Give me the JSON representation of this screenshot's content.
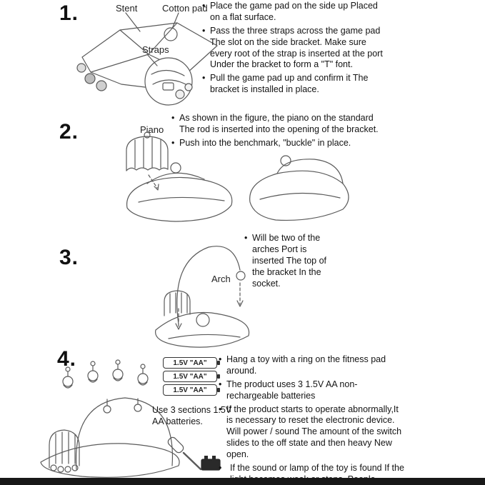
{
  "page": {
    "background": "#ffffff",
    "bottom_bar_color": "#181818",
    "line_art_color": "#5a5a5a"
  },
  "steps": [
    {
      "number": "1.",
      "labels": [
        {
          "name": "stent",
          "text": "Stent"
        },
        {
          "name": "cotton-pad",
          "text": "Cotton pad"
        },
        {
          "name": "straps",
          "text": "Straps"
        }
      ],
      "bullets": [
        "Place the game pad on the side up Placed on a flat surface.",
        "Pass the three straps across the game pad The slot on the side bracket. Make sure every root of the strap is inserted at the port Under the bracket to form a \"T\" font.",
        "Pull the game pad up and confirm it The bracket is installed in place."
      ]
    },
    {
      "number": "2.",
      "labels": [
        {
          "name": "piano",
          "text": "Piano"
        }
      ],
      "bullets": [
        "As shown in the figure, the piano on the standard The rod is inserted into the opening of the bracket.",
        "Push into the benchmark, \"buckle\" in place."
      ]
    },
    {
      "number": "3.",
      "labels": [
        {
          "name": "arch",
          "text": "Arch"
        }
      ],
      "bullets": [
        "Will be two of the arches Port is inserted The top of the bracket In the socket."
      ]
    },
    {
      "number": "4.",
      "battery": {
        "cell_label": "1.5V \"AA\"",
        "cells": 3,
        "caption": "Use 3 sections 1.5V AA batteries."
      },
      "bullets": [
        "Hang a toy with a ring on the fitness pad around.",
        "The product uses 3 1.5V AA non-rechargeable batteries",
        "If the product starts to operate abnormally,It is necessary to reset the electronic device. Will power / sound The amount of the switch slides to the off state and then heavy New open.",
        "If the sound or lamp of the toy is found If the light becomes weak or stops, People replace the battery."
      ]
    }
  ]
}
